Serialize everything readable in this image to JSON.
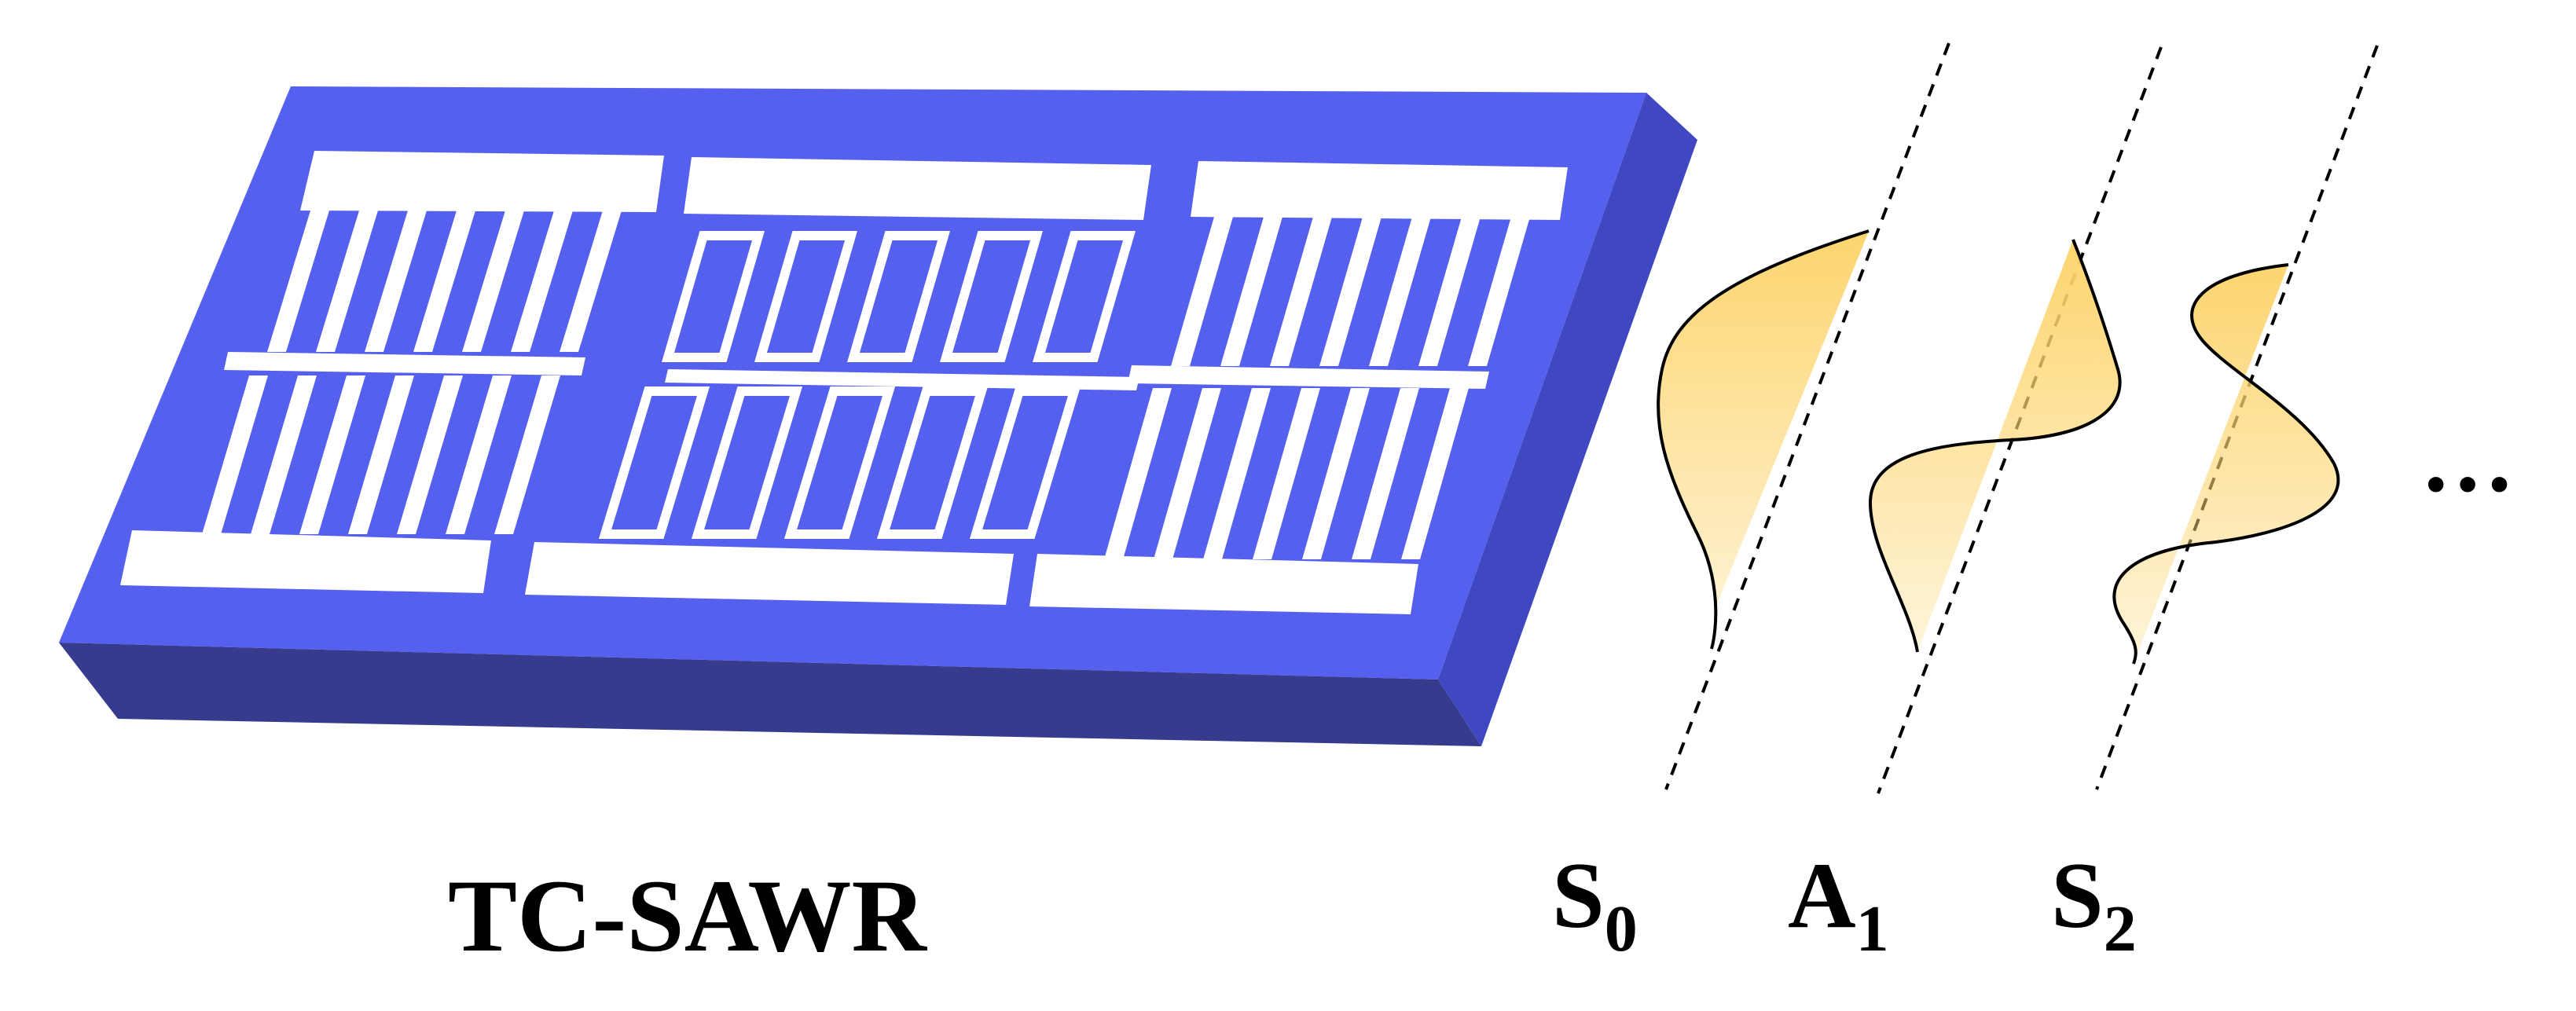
{
  "device": {
    "label": "TC-SAWR"
  },
  "modes": [
    {
      "letter": "S",
      "subscript": "0"
    },
    {
      "letter": "A",
      "subscript": "1"
    },
    {
      "letter": "S",
      "subscript": "2"
    }
  ],
  "continuation": "…",
  "colors": {
    "substrate_top": "#5560EE",
    "substrate_front": "#363B8D",
    "substrate_side": "#4048C1",
    "electrode": "#FFFFFF",
    "mode_fill": "#FDD56F",
    "outline": "#000000"
  }
}
